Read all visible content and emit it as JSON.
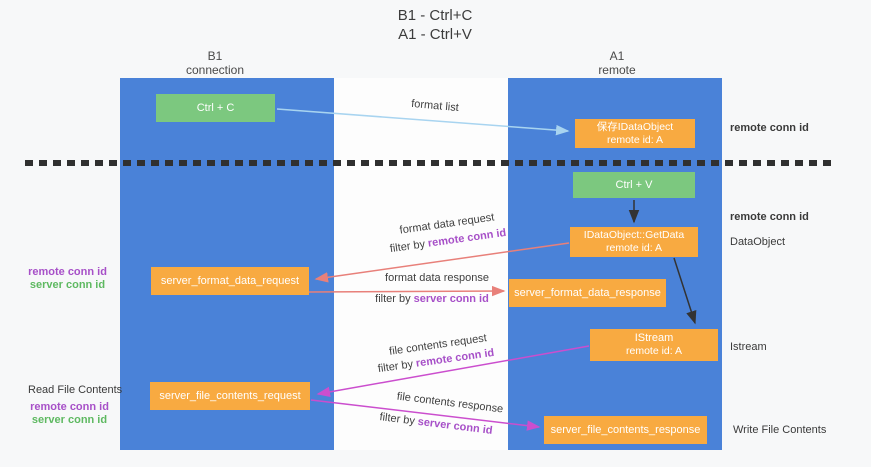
{
  "title": {
    "line1": "B1 - Ctrl+C",
    "line2": "A1 - Ctrl+V"
  },
  "lanes": {
    "left": {
      "title": "B1",
      "subtitle": "connection"
    },
    "right": {
      "title": "A1",
      "subtitle": "remote"
    }
  },
  "boxes": {
    "ctrl_c": {
      "label": "Ctrl + C"
    },
    "ctrl_v": {
      "label": "Ctrl + V"
    },
    "save_idataobject": {
      "line1": "保存IDataObject",
      "line2": "remote id: A"
    },
    "idataobject_getdata": {
      "line1": "IDataObject::GetData",
      "line2": "remote id: A"
    },
    "istream": {
      "line1": "IStream",
      "line2": "remote id: A"
    },
    "server_format_data_request": {
      "label": "server_format_data_request"
    },
    "server_format_data_response": {
      "label": "server_format_data_response"
    },
    "server_file_contents_request": {
      "label": "server_file_contents_request"
    },
    "server_file_contents_response": {
      "label": "server_file_contents_response"
    }
  },
  "flow_labels": {
    "format_list": "format list",
    "format_data_request": "format data request",
    "format_data_response": "format data response",
    "file_contents_request": "file contents request",
    "file_contents_response": "file contents response",
    "filter_by": "filter by",
    "remote_conn_id": "remote conn id",
    "server_conn_id": "server conn id"
  },
  "annotations": {
    "remote_conn_id_top": "remote conn id",
    "remote_conn_id_mid": "remote conn id",
    "dataobject": "DataObject",
    "istream": "Istream",
    "write_file_contents": "Write File Contents",
    "read_file_contents": "Read File Contents",
    "left_mid": {
      "remote": "remote conn id",
      "server": "server conn id"
    },
    "left_bottom": {
      "remote": "remote conn id",
      "server": "server conn id"
    }
  },
  "colors": {
    "lane_blue": "#4a82d8",
    "box_green": "#7cc87f",
    "box_orange": "#f8aa41",
    "arrow_light_blue": "#a8d4f0",
    "arrow_salmon": "#e8807a",
    "arrow_magenta": "#cb4ece",
    "arrow_black": "#333333",
    "text_purple": "#a750c8",
    "text_green": "#5eb961",
    "dashed_line": "#303030"
  }
}
